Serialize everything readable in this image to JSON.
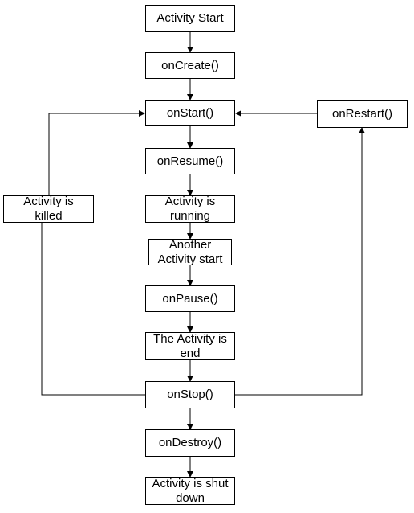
{
  "diagram": {
    "nodes": {
      "activity_start": "Activity Start",
      "on_create": "onCreate()",
      "on_start": "onStart()",
      "on_resume": "onResume()",
      "activity_running": "Activity is\nrunning",
      "another_activity": "Another\nActivity start",
      "on_pause": "onPause()",
      "activity_end": "The Activity is\nend",
      "on_stop": "onStop()",
      "on_destroy": "onDestroy()",
      "activity_shutdown": "Activity is shut\ndown",
      "activity_killed": "Activity is\nkilled",
      "on_restart": "onRestart()"
    },
    "colors": {
      "stroke": "#000000",
      "background": "#ffffff"
    }
  }
}
